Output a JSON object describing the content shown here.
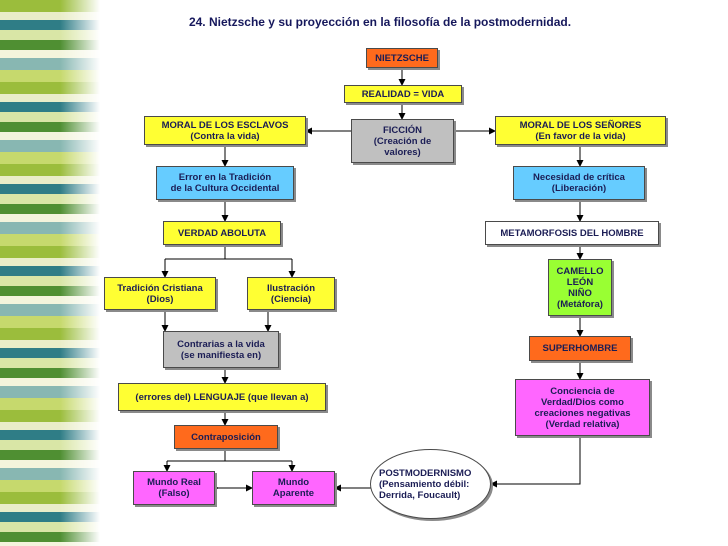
{
  "title": "24. Nietzsche y su proyección en la filosofía de la postmodernidad.",
  "nodes": {
    "nietzsche": "NIETZSCHE",
    "realidad": "REALIDAD = VIDA",
    "ficcion": "FICCIÓN\n(Creación de\nvalores)",
    "moral_esclavos": "MORAL DE LOS ESCLAVOS\n(Contra la vida)",
    "moral_senores": "MORAL DE LOS SEÑORES\n(En favor de la vida)",
    "error_tradicion": "Error en la Tradición\nde la Cultura Occidental",
    "necesidad_critica": "Necesidad de crítica\n(Liberación)",
    "verdad_absoluta": "VERDAD ABOLUTA",
    "metamorfosis": "METAMORFOSIS DEL HOMBRE",
    "camello": "CAMELLO\nLEÓN\nNIÑO\n(Metáfora)",
    "tradicion_cristiana": "Tradición Cristiana\n(Dios)",
    "ilustracion": "Ilustración\n(Ciencia)",
    "contrarias": "Contrarias a la vida\n(se manifiesta en)",
    "superhombre": "SUPERHOMBRE",
    "lenguaje": "(errores del) LENGUAJE (que llevan a)",
    "conciencia": "Conciencia de\nVerdad/Dios como\ncreaciones negativas\n(Verdad relativa)",
    "contraposicion": "Contraposición",
    "postmodernismo": "POSTMODERNISMO\n(Pensamiento débil:\nDerrida, Foucault)",
    "mundo_real": "Mundo Real\n(Falso)",
    "mundo_aparente": "Mundo\nAparente"
  }
}
